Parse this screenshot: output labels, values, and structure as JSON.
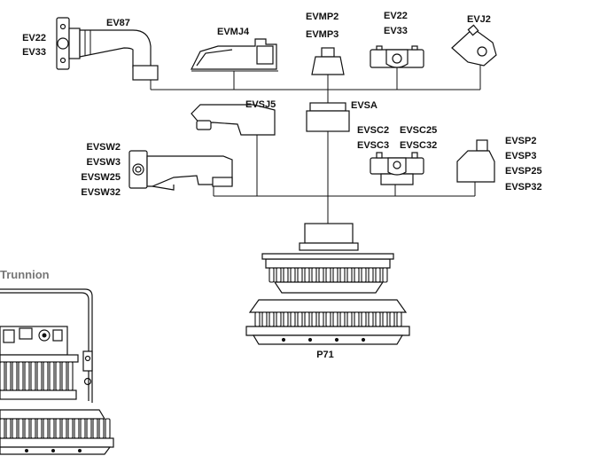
{
  "labels": {
    "ev22": "EV22",
    "ev33": "EV33",
    "ev87": "EV87",
    "evmj4": "EVMJ4",
    "evmp2": "EVMP2",
    "evmp3": "EVMP3",
    "ev22b": "EV22",
    "ev33b": "EV33",
    "evj2": "EVJ2",
    "evsj5": "EVSJ5",
    "evsa": "EVSA",
    "evsc2": "EVSC2",
    "evsc25": "EVSC25",
    "evsc3": "EVSC3",
    "evsc32": "EVSC32",
    "evsp2": "EVSP2",
    "evsp3": "EVSP3",
    "evsp25": "EVSP25",
    "evsp32": "EVSP32",
    "evsw2": "EVSW2",
    "evsw3": "EVSW3",
    "evsw25": "EVSW25",
    "evsw32": "EVSW32",
    "p71": "P71",
    "trunnion": "Trunnion"
  }
}
